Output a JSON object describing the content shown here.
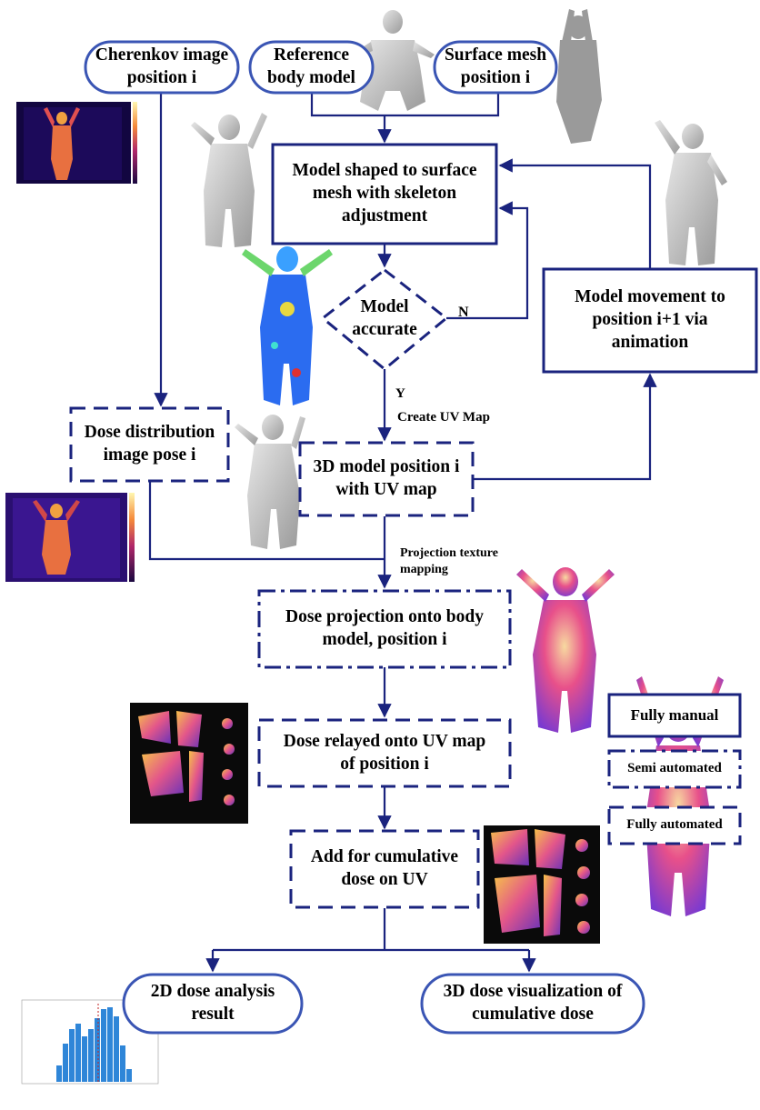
{
  "nodes": {
    "cherenkov": "Cherenkov image\nposition i",
    "reference": "Reference\nbody model",
    "surface": "Surface mesh\nposition i",
    "shaped": "Model shaped to surface\nmesh with skeleton\nadjustment",
    "accurate": "Model\naccurate",
    "movement": "Model movement to\nposition i+1 via\nanimation",
    "dose_dist": "Dose distribution\nimage pose i",
    "model3d": "3D model position i\nwith UV map",
    "projection": "Dose projection onto body\nmodel, position i",
    "relayed": "Dose relayed onto UV map\nof position i",
    "cumulative": "Add for cumulative\ndose on UV",
    "analysis2d": "2D dose analysis\nresult",
    "vis3d": "3D dose visualization of\ncumulative dose"
  },
  "edge_labels": {
    "no": "N",
    "yes": "Y",
    "create_uv": "Create UV Map",
    "projection_mapping": "Projection texture\nmapping"
  },
  "legend": {
    "manual": "Fully manual",
    "semi": "Semi automated",
    "auto": "Fully automated"
  },
  "colors": {
    "stroke": "#1a237e",
    "rounded": "#3a55b4"
  }
}
